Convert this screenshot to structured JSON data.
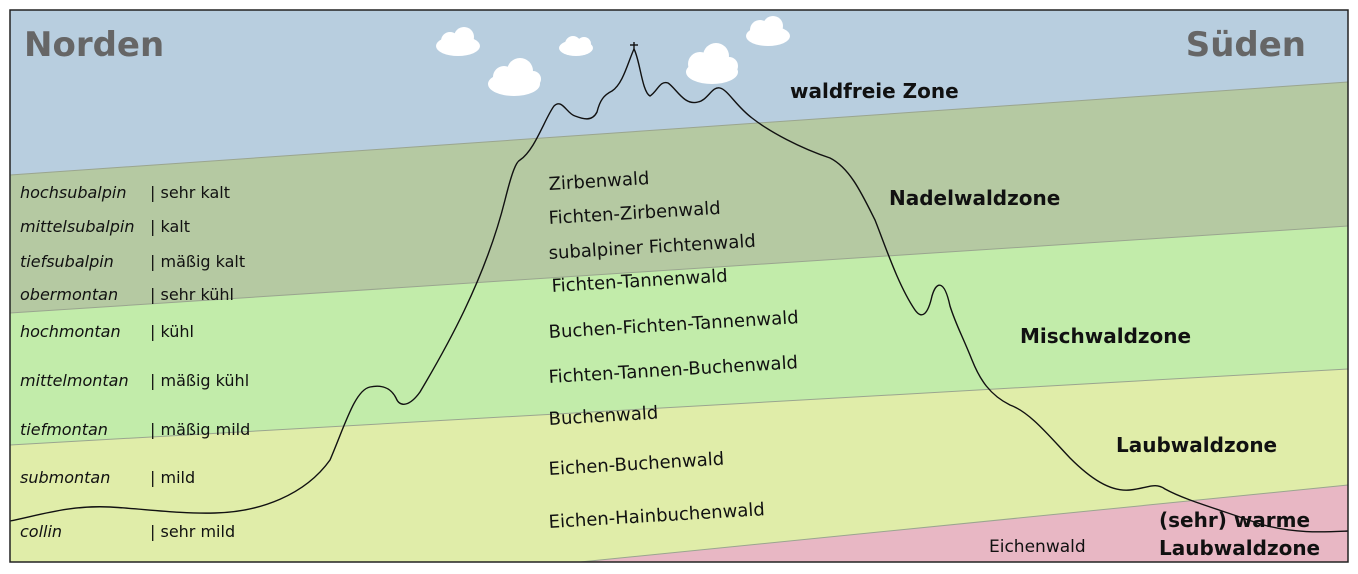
{
  "directions": {
    "north": "Norden",
    "south": "Süden"
  },
  "zones": {
    "treeless": "waldfreie Zone",
    "conifer": "Nadelwaldzone",
    "mixed": "Mischwaldzone",
    "deciduous": "Laubwaldzone",
    "warm_line1": "(sehr) warme",
    "warm_line2": "Laubwaldzone"
  },
  "belts": [
    {
      "name": "hochsubalpin",
      "climate": "| sehr kalt"
    },
    {
      "name": "mittelsubalpin",
      "climate": "| kalt"
    },
    {
      "name": "tiefsubalpin",
      "climate": "| mäßig kalt"
    },
    {
      "name": "obermontan",
      "climate": "| sehr kühl"
    },
    {
      "name": "hochmontan",
      "climate": "| kühl"
    },
    {
      "name": "mittelmontan",
      "climate": "| mäßig kühl"
    },
    {
      "name": "tiefmontan",
      "climate": "| mäßig mild"
    },
    {
      "name": "submontan",
      "climate": "| mild"
    },
    {
      "name": "collin",
      "climate": "| sehr mild"
    }
  ],
  "forest_types": [
    "Zirbenwald",
    "Fichten-Zirbenwald",
    "subalpiner Fichtenwald",
    "Fichten-Tannenwald",
    "Buchen-Fichten-Tannenwald",
    "Fichten-Tannen-Buchenwald",
    "Buchenwald",
    "Eichen-Buchenwald",
    "Eichen-Hainbuchenwald",
    "Eichenwald"
  ],
  "colors": {
    "sky": "#b8cedf",
    "conifer_zone": "#b5c9a2",
    "mixed_zone": "#c2ecaa",
    "deciduous_zone": "#e0eda9",
    "warm_zone": "#e8b7c4",
    "border": "#222222",
    "zone_lines": "#9aa58f",
    "mountain_line": "#111111"
  }
}
